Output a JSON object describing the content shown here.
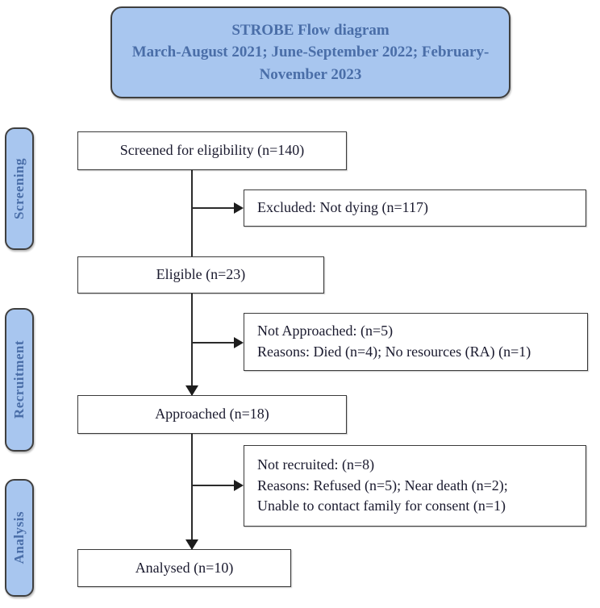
{
  "title": {
    "line1": "STROBE Flow diagram",
    "line2": "March-August 2021; June-September 2022; February-",
    "line3": "November 2023"
  },
  "phases": [
    {
      "label": "Screening"
    },
    {
      "label": "Recruitment"
    },
    {
      "label": "Analysis"
    }
  ],
  "nodes": {
    "screened": {
      "line1": "Screened for eligibility (n=140)"
    },
    "excluded": {
      "line1": "Excluded: Not dying (n=117)"
    },
    "eligible": {
      "line1": "Eligible (n=23)"
    },
    "not_approached": {
      "line1": "Not Approached: (n=5)",
      "line2": "Reasons: Died (n=4); No resources (RA) (n=1)"
    },
    "approached": {
      "line1": "Approached (n=18)"
    },
    "not_recruited": {
      "line1": "Not recruited: (n=8)",
      "line2": "Reasons: Refused (n=5); Near death (n=2);",
      "line3": "Unable to contact family for consent (n=1)"
    },
    "analysed": {
      "line1": "Analysed (n=10)"
    }
  },
  "colors": {
    "banner_fill": "#a8c6ef",
    "banner_text": "#4a6ea8",
    "box_border": "#3a3a3a",
    "connector": "#2b2b2b"
  },
  "chart_data": {
    "type": "diagram",
    "title": "STROBE Flow diagram",
    "subtitle": "March-August 2021; June-September 2022; February-November 2023",
    "phases": [
      "Screening",
      "Recruitment",
      "Analysis"
    ],
    "stages": [
      {
        "label": "Screened for eligibility",
        "n": 140,
        "phase": "Screening"
      },
      {
        "label": "Eligible",
        "n": 23,
        "phase": "Screening"
      },
      {
        "label": "Approached",
        "n": 18,
        "phase": "Recruitment"
      },
      {
        "label": "Analysed",
        "n": 10,
        "phase": "Analysis"
      }
    ],
    "exclusions": [
      {
        "label": "Excluded: Not dying",
        "n": 117,
        "reasons": []
      },
      {
        "label": "Not Approached",
        "n": 5,
        "reasons": [
          {
            "reason": "Died",
            "n": 4
          },
          {
            "reason": "No resources (RA)",
            "n": 1
          }
        ]
      },
      {
        "label": "Not recruited",
        "n": 8,
        "reasons": [
          {
            "reason": "Refused",
            "n": 5
          },
          {
            "reason": "Near death",
            "n": 2
          },
          {
            "reason": "Unable to contact family for consent",
            "n": 1
          }
        ]
      }
    ]
  }
}
